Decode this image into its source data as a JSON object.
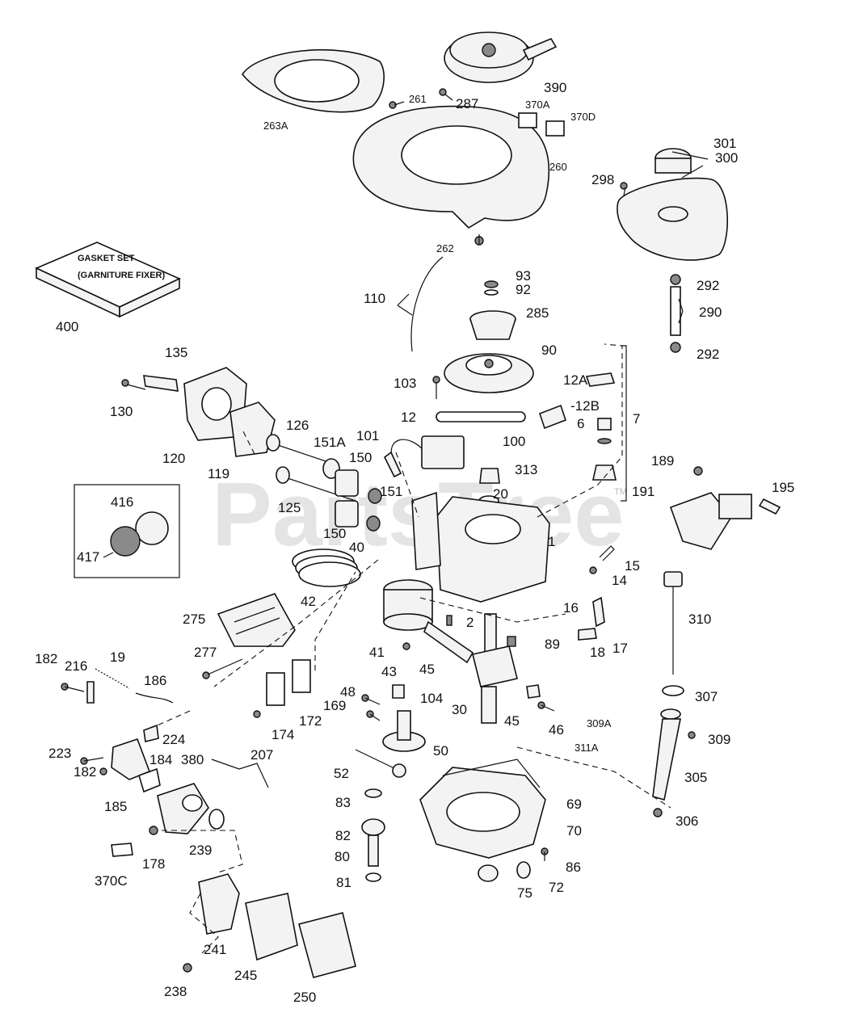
{
  "watermark": {
    "text": "PartsTree",
    "trademark": "TM"
  },
  "gasket_box": {
    "line1": "GASKET SET",
    "line2": "(GARNITURE FIXER)"
  },
  "callouts": {
    "c1": "1",
    "c2": "2",
    "c6": "6",
    "c7": "7",
    "c12": "12",
    "c12A": "12A",
    "c12B": "-12B",
    "c14": "14",
    "c15": "15",
    "c16": "16",
    "c17": "17",
    "c18": "18",
    "c19": "19",
    "c20": "20",
    "c30": "30",
    "c40": "40",
    "c41": "41",
    "c42": "42",
    "c43": "43",
    "c45a": "45",
    "c45b": "45",
    "c46": "46",
    "c48": "48",
    "c50": "50",
    "c52": "52",
    "c69": "69",
    "c70": "70",
    "c72": "72",
    "c75": "75",
    "c80": "80",
    "c81": "81",
    "c82": "82",
    "c83": "83",
    "c86": "86",
    "c89": "89",
    "c90": "90",
    "c92": "92",
    "c93": "93",
    "c100": "100",
    "c101": "101",
    "c103": "103",
    "c104": "104",
    "c110": "110",
    "c119": "119",
    "c120": "120",
    "c125": "125",
    "c126": "126",
    "c130": "130",
    "c135": "135",
    "c150a": "150",
    "c150b": "150",
    "c151": "151",
    "c151A": "151A",
    "c169": "169",
    "c172": "172",
    "c174": "174",
    "c178": "178",
    "c182a": "182",
    "c182b": "182",
    "c184": "184",
    "c185": "185",
    "c186": "186",
    "c189": "189",
    "c191": "191",
    "c195": "195",
    "c207": "207",
    "c216": "216",
    "c223": "223",
    "c224": "224",
    "c238": "238",
    "c239": "239",
    "c241": "241",
    "c245": "245",
    "c250": "250",
    "c260": "260",
    "c261": "261",
    "c262": "262",
    "c263A": "263A",
    "c275": "275",
    "c277": "277",
    "c285": "285",
    "c287": "287",
    "c290": "290",
    "c292a": "292",
    "c292b": "292",
    "c298": "298",
    "c300": "300",
    "c301": "301",
    "c305": "305",
    "c306": "306",
    "c307": "307",
    "c309": "309",
    "c309A": "309A",
    "c310": "310",
    "c311A": "311A",
    "c313": "313",
    "c370A": "370A",
    "c370C": "370C",
    "c370D": "370D",
    "c380": "380",
    "c390": "390",
    "c400": "400",
    "c416": "416",
    "c417": "417"
  }
}
